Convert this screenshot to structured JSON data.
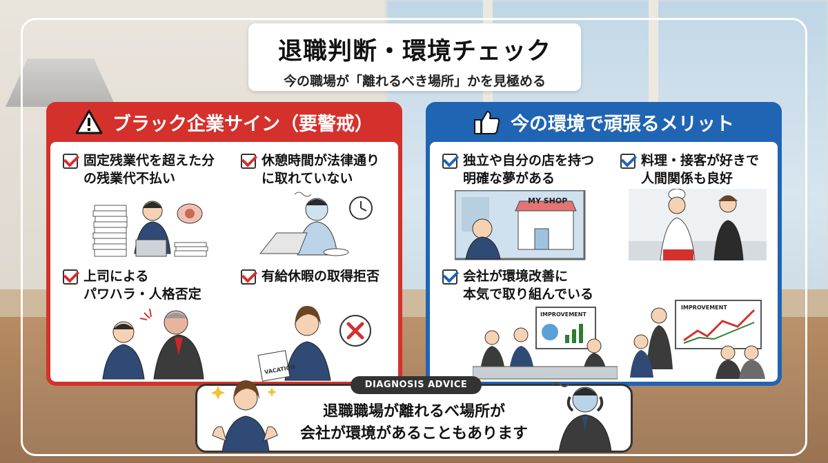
{
  "title": {
    "main": "退職判断・環境チェック",
    "sub": "今の職場が「離れるべき場所」かを見極める"
  },
  "black_panel": {
    "heading": "ブラック企業サイン（要警戒）",
    "header_icon": "warning-triangle-icon",
    "color": "#d4312d",
    "items": [
      {
        "lines": [
          "固定残業代を超えた分",
          "の残業代不払い"
        ]
      },
      {
        "lines": [
          "休憩時間が法律通り",
          "に取れていない"
        ]
      },
      {
        "lines": [
          "上司による",
          "パワハラ・人格否定"
        ]
      },
      {
        "lines": [
          "有給休暇の取得拒否"
        ]
      }
    ],
    "vacation_label": "VACATION"
  },
  "merit_panel": {
    "heading": "今の環境で頑張るメリット",
    "header_icon": "thumbs-up-icon",
    "color": "#2064b4",
    "items": [
      {
        "lines": [
          "独立や自分の店を持つ",
          "明確な夢がある"
        ]
      },
      {
        "lines": [
          "料理・接客が好きで",
          "人間関係も良好"
        ]
      },
      {
        "lines": [
          "会社が環境改善に",
          "本気で取り組んでいる"
        ]
      }
    ],
    "shop_sign": "MY SHOP",
    "improvement_label_1": "IMPROVEMENT",
    "improvement_label_2": "IMPROVEMENT"
  },
  "advice": {
    "tag": "DIAGNOSIS ADVICE",
    "lines": [
      "退職職場が離れるべ場所が",
      "会社が環境があることもあります"
    ]
  }
}
